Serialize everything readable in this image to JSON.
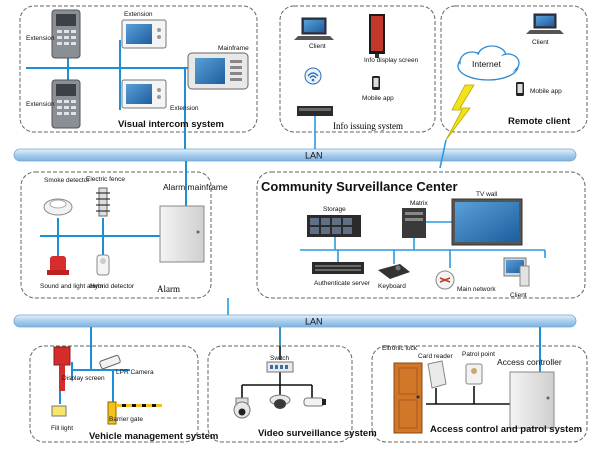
{
  "title": "Community Surveillance Center",
  "lan_label": "LAN",
  "sections": {
    "visual_intercom": "Visual intercom system",
    "info_issuing": "Info issuing system",
    "remote_client": "Remote client",
    "alarm_section": "Alarm",
    "vehicle": "Vehicle management system",
    "video": "Video surveillance system",
    "access": "Access control and patrol system"
  },
  "devices": {
    "extension": "Extension",
    "mainframe": "Mainframe",
    "client": "Client",
    "info_display_screen": "Info display screen",
    "mobile_app": "Mobile app",
    "internet": "Internet",
    "smoke_detector": "Smoke detector",
    "electric_fence": "Electric fence",
    "alarm_mainframe": "Alarm mainframe",
    "sound_light_alarm": "Sound and light alarm",
    "hybrid_detector": "Hybrid detector",
    "storage": "Storage",
    "matrix": "Matrix",
    "tv_wall": "TV wall",
    "authenticate_server": "Authenticate server",
    "keyboard": "Keyboard",
    "main_network": "Main network",
    "display_screen": "Display screen",
    "lpr_camera": "LPR Camera",
    "fill_light": "Fill light",
    "barrier_gate": "Barrier gate",
    "switch": "Switch",
    "eltronic_lock": "Eltronic lock",
    "card_reader": "Card reader",
    "patrol_point": "Patrol point",
    "access_controller": "Access controller"
  },
  "colors": {
    "lan_bar": "#b9d7ef",
    "wire": "#1e8fd6",
    "title": "#111111",
    "lightning": "#f2e21a"
  }
}
